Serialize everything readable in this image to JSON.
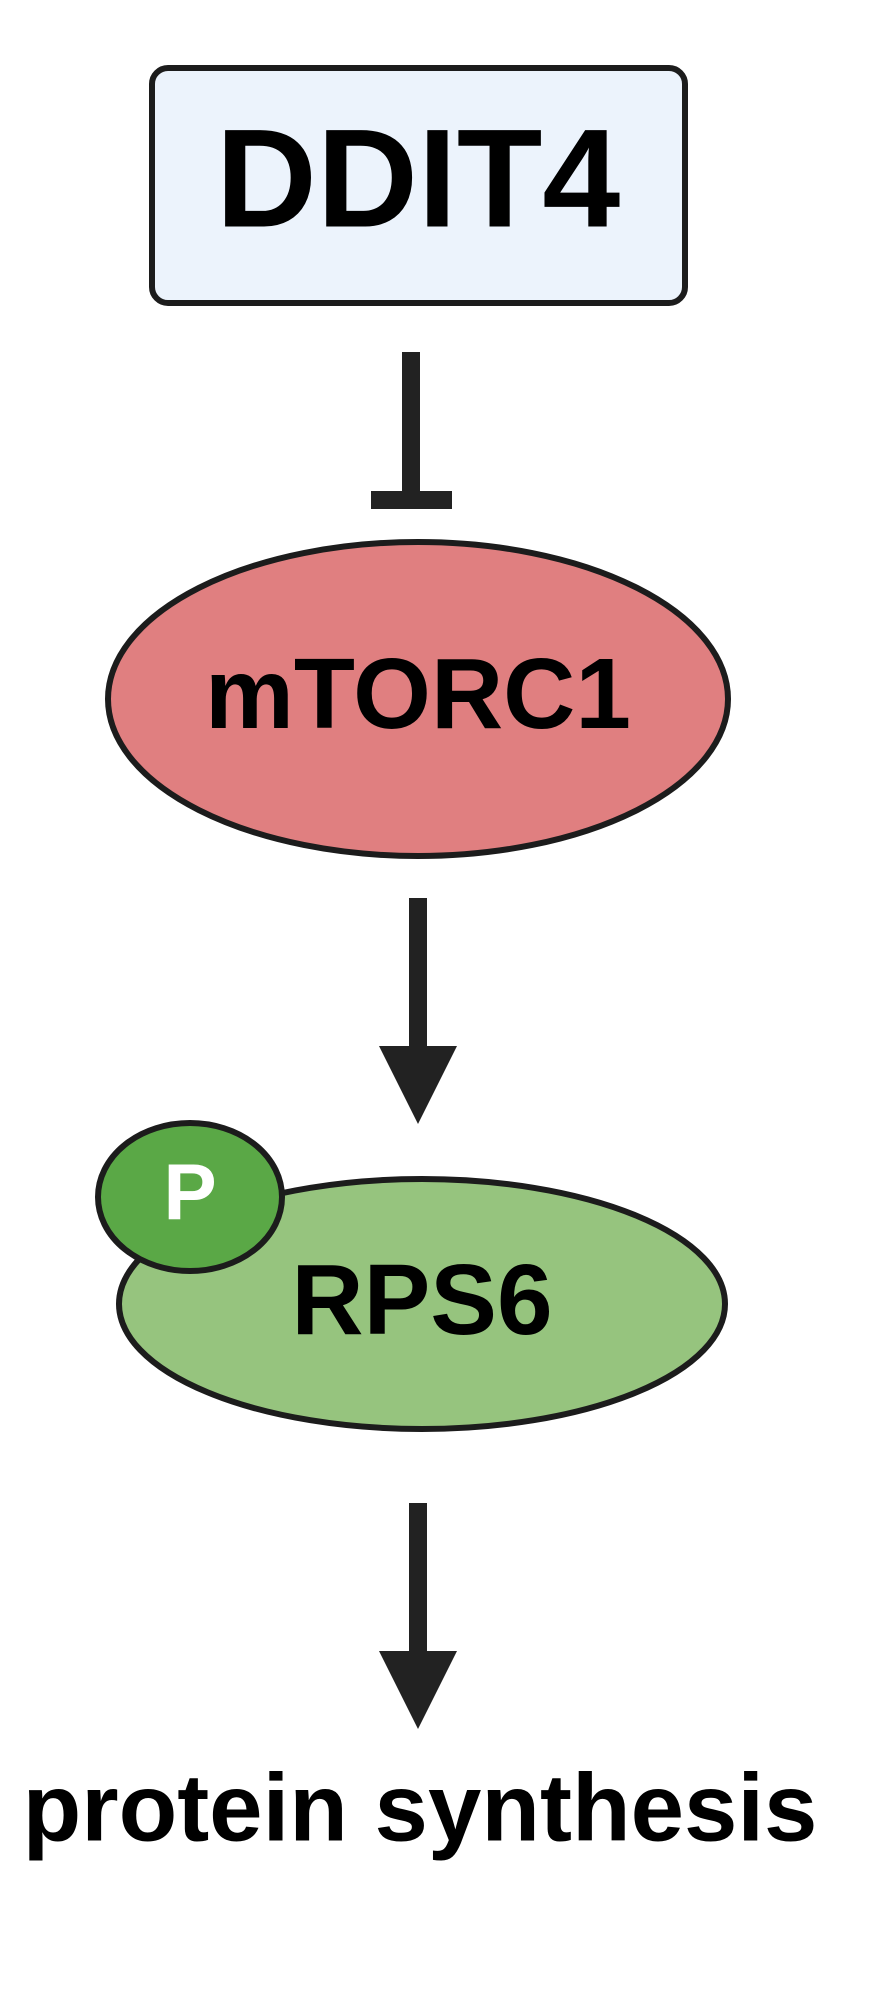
{
  "diagram": {
    "nodes": {
      "ddit4": {
        "label": "DDIT4",
        "fill": "#ecf3fc",
        "stroke": "#1c1c1c"
      },
      "mtorc1": {
        "label": "mTORC1",
        "fill": "#e07f80",
        "stroke": "#1c1c1c"
      },
      "rps6": {
        "label": "RPS6",
        "fill": "#96c47e",
        "stroke": "#1c1c1c"
      },
      "phospho": {
        "label": "P",
        "fill": "#5aa846",
        "text_color": "#ffffff"
      },
      "output": {
        "label": "protein synthesis"
      }
    },
    "edges": [
      {
        "from": "DDIT4",
        "to": "mTORC1",
        "type": "inhibition"
      },
      {
        "from": "mTORC1",
        "to": "RPS6",
        "type": "activation"
      },
      {
        "from": "RPS6",
        "to": "protein synthesis",
        "type": "activation"
      }
    ],
    "line_color": "#222222"
  }
}
